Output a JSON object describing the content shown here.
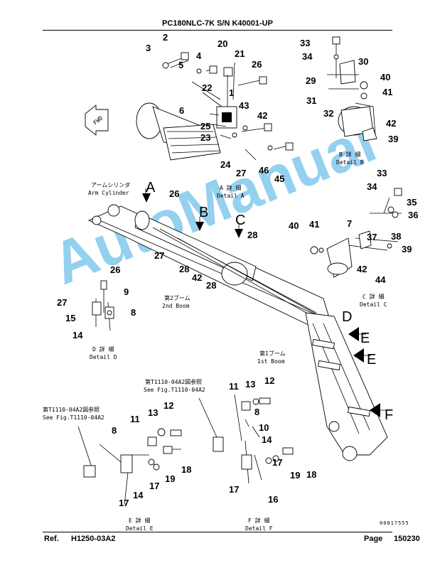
{
  "header": {
    "title": "PC180NLC-7K S/N K40001-UP"
  },
  "footer": {
    "ref_label": "Ref.",
    "ref_value": "H1250-03A2",
    "page_label": "Page",
    "page_value": "150230"
  },
  "image_code": "00017555",
  "watermark": "AutoManual",
  "callouts": {
    "A": [
      "2",
      "3",
      "4",
      "5",
      "20",
      "21",
      "22",
      "1",
      "26",
      "6",
      "25",
      "23",
      "43",
      "42",
      "24",
      "27",
      "46",
      "45"
    ],
    "B": [
      "33",
      "34",
      "30",
      "29",
      "31",
      "40",
      "41",
      "32",
      "42",
      "39"
    ],
    "C": [
      "33",
      "34",
      "35",
      "36",
      "7",
      "40",
      "41",
      "37",
      "38",
      "39",
      "42",
      "44"
    ],
    "main": [
      "26",
      "28",
      "27",
      "28",
      "42",
      "28"
    ],
    "D": [
      "26",
      "9",
      "27",
      "8",
      "15",
      "14"
    ],
    "E": [
      "13",
      "12",
      "11",
      "8",
      "17",
      "19",
      "18",
      "14",
      "17"
    ],
    "F": [
      "11",
      "13",
      "12",
      "8",
      "10",
      "14",
      "17",
      "19",
      "18",
      "17",
      "16"
    ]
  },
  "labels": {
    "arm_cyl_jp": "アームシリンダ",
    "arm_cyl_en": "Arm Cylinder",
    "boom2_jp": "第2ブーム",
    "boom2_en": "2nd Boom",
    "boom1_jp": "第1ブーム",
    "boom1_en": "1st Boom",
    "fwd": "FWD",
    "detail_a_jp": "A 詳 細",
    "detail_a_en": "Detail A",
    "detail_b_jp": "B 詳 細",
    "detail_b_en": "Detail B",
    "detail_c_jp": "C 詳 細",
    "detail_c_en": "Detail C",
    "detail_d_jp": "D 詳 細",
    "detail_d_en": "Detail D",
    "detail_e_jp": "E 詳 細",
    "detail_e_en": "Detail E",
    "detail_f_jp": "F 詳 細",
    "detail_f_en": "Detail F",
    "see_fig_jp_1": "第T1110-04A2図参照",
    "see_fig_en_1": "See Fig.T1110-04A2",
    "see_fig_jp_2": "第T1110-04A2図参照",
    "see_fig_en_2": "See Fig.T1110-04A2",
    "letter_a": "A",
    "letter_b": "B",
    "letter_c": "C",
    "letter_d": "D",
    "letter_e1": "E",
    "letter_e2": "E",
    "letter_f": "F"
  }
}
